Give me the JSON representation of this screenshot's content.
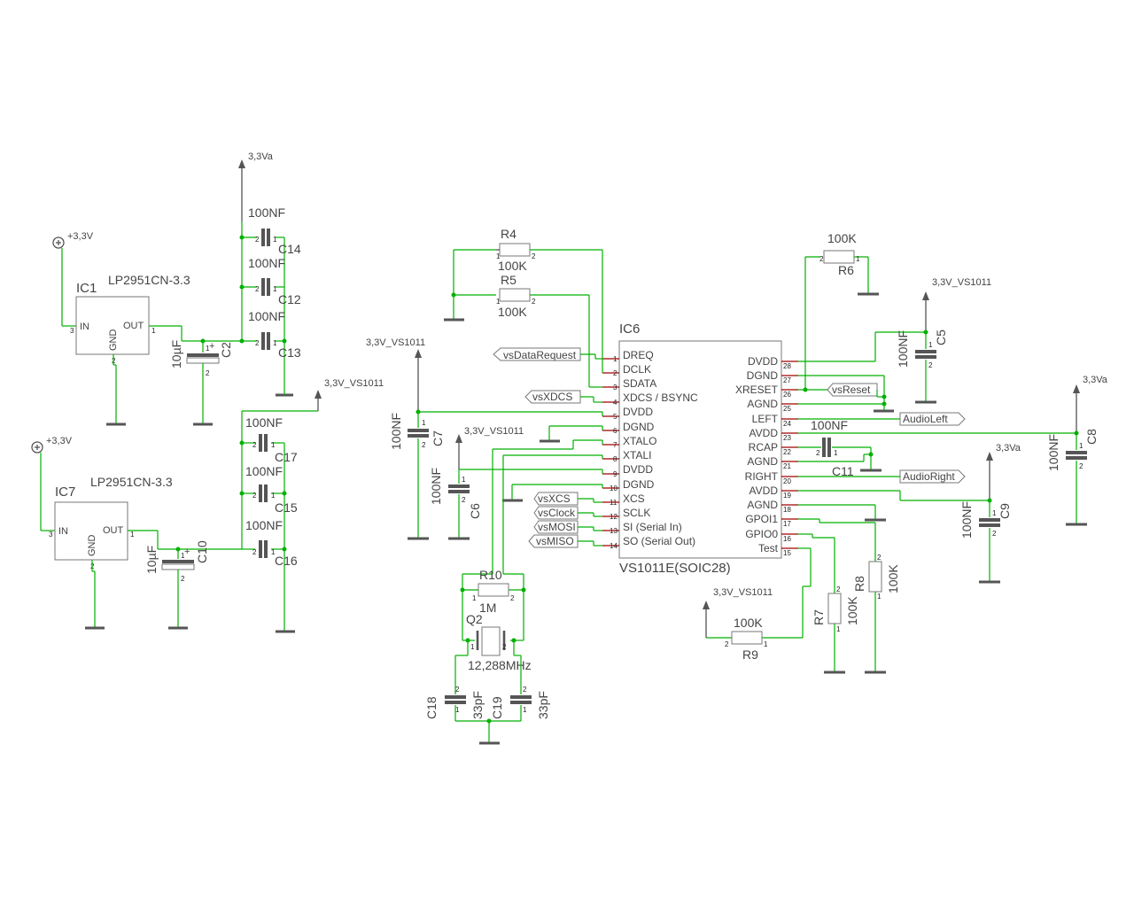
{
  "schematic": {
    "supplies": {
      "v33a_top": "3,3Va",
      "v33_ic1": "+3,3V",
      "v33_ic7": "+3,3V",
      "v33vs_regout": "3,3V_VS1011",
      "v33vs_c7": "3,3V_VS1011",
      "v33vs_c6": "3,3V_VS1011",
      "v33vs_c5": "3,3V_VS1011",
      "v33a_c8": "3,3Va",
      "v33a_c9": "3,3Va",
      "v33vs_r9": "3,3V_VS1011"
    },
    "ic1": {
      "name": "IC1",
      "value": "LP2951CN-3.3",
      "pin_in": "IN",
      "pin_out": "OUT",
      "pin_gnd": "GND",
      "num_in": "3",
      "num_out": "1",
      "num_gnd": "2"
    },
    "ic7": {
      "name": "IC7",
      "value": "LP2951CN-3.3",
      "pin_in": "IN",
      "pin_out": "OUT",
      "pin_gnd": "GND",
      "num_in": "3",
      "num_out": "1",
      "num_gnd": "2"
    },
    "caps": {
      "c14": {
        "name": "C14",
        "value": "100NF"
      },
      "c12": {
        "name": "C12",
        "value": "100NF"
      },
      "c13": {
        "name": "C13",
        "value": "100NF"
      },
      "c2": {
        "name": "C2",
        "value": "10µF"
      },
      "c17": {
        "name": "C17",
        "value": "100NF"
      },
      "c15": {
        "name": "C15",
        "value": "100NF"
      },
      "c16": {
        "name": "C16",
        "value": "100NF"
      },
      "c10": {
        "name": "C10",
        "value": "10µF"
      },
      "c7": {
        "name": "C7",
        "value": "100NF"
      },
      "c6": {
        "name": "C6",
        "value": "100NF"
      },
      "c5": {
        "name": "C5",
        "value": "100NF"
      },
      "c11": {
        "name": "C11",
        "value": "100NF"
      },
      "c8": {
        "name": "C8",
        "value": "100NF"
      },
      "c9": {
        "name": "C9",
        "value": "100NF"
      },
      "c18": {
        "name": "C18",
        "value": "33pF"
      },
      "c19": {
        "name": "C19",
        "value": "33pF"
      }
    },
    "resistors": {
      "r4": {
        "name": "R4",
        "value": "100K"
      },
      "r5": {
        "name": "R5",
        "value": "100K"
      },
      "r6": {
        "name": "R6",
        "value": "100K"
      },
      "r10": {
        "name": "R10",
        "value": "1M"
      },
      "r9": {
        "name": "R9",
        "value": "100K"
      },
      "r7": {
        "name": "R7",
        "value": "100K"
      },
      "r8": {
        "name": "R8",
        "value": "100K"
      }
    },
    "crystal": {
      "name": "Q2",
      "value": "12,288MHz"
    },
    "ic6": {
      "name": "IC6",
      "value": "VS1011E(SOIC28)",
      "left_pins": [
        {
          "num": "1",
          "label": "DREQ"
        },
        {
          "num": "2",
          "label": "DCLK"
        },
        {
          "num": "3",
          "label": "SDATA"
        },
        {
          "num": "4",
          "label": "XDCS / BSYNC"
        },
        {
          "num": "5",
          "label": "DVDD"
        },
        {
          "num": "6",
          "label": "DGND"
        },
        {
          "num": "7",
          "label": "XTALO"
        },
        {
          "num": "8",
          "label": "XTALI"
        },
        {
          "num": "9",
          "label": "DVDD"
        },
        {
          "num": "10",
          "label": "DGND"
        },
        {
          "num": "11",
          "label": "XCS"
        },
        {
          "num": "12",
          "label": "SCLK"
        },
        {
          "num": "13",
          "label": "SI (Serial In)"
        },
        {
          "num": "14",
          "label": "SO (Serial Out)"
        }
      ],
      "right_pins": [
        {
          "num": "28",
          "label": "DVDD"
        },
        {
          "num": "27",
          "label": "DGND"
        },
        {
          "num": "26",
          "label": "XRESET"
        },
        {
          "num": "25",
          "label": "AGND"
        },
        {
          "num": "24",
          "label": "LEFT"
        },
        {
          "num": "23",
          "label": "AVDD"
        },
        {
          "num": "22",
          "label": "RCAP"
        },
        {
          "num": "21",
          "label": "AGND"
        },
        {
          "num": "20",
          "label": "RIGHT"
        },
        {
          "num": "19",
          "label": "AVDD"
        },
        {
          "num": "18",
          "label": "AGND"
        },
        {
          "num": "17",
          "label": "GPOI1"
        },
        {
          "num": "16",
          "label": "GPIO0"
        },
        {
          "num": "15",
          "label": "Test"
        }
      ]
    },
    "net_labels": {
      "dreq": "vsDataRequest",
      "xdcs": "vsXDCS",
      "xcs": "vsXCS",
      "sclk": "vsClock",
      "si": "vsMOSI",
      "so": "vsMISO",
      "reset": "vsReset",
      "left": "AudioLeft",
      "right": "AudioRight"
    }
  }
}
